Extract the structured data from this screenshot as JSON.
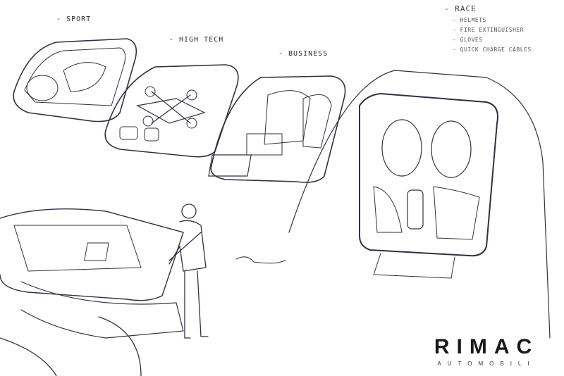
{
  "variants": {
    "sport": "- SPORT",
    "high_tech": "- HIGH TECH",
    "business": "- BUSINESS"
  },
  "notes": {
    "title": "- RACE",
    "items": [
      "- HELMETS",
      "- FIRE EXTINGUISHER",
      "- GLOVES",
      "- QUICK CHARGE CABLES"
    ]
  },
  "logo": {
    "brand": "RIMAC",
    "sub": "AUTOMOBILI"
  },
  "colors": {
    "ink": "#2a2d3a",
    "background": "#ffffff"
  }
}
